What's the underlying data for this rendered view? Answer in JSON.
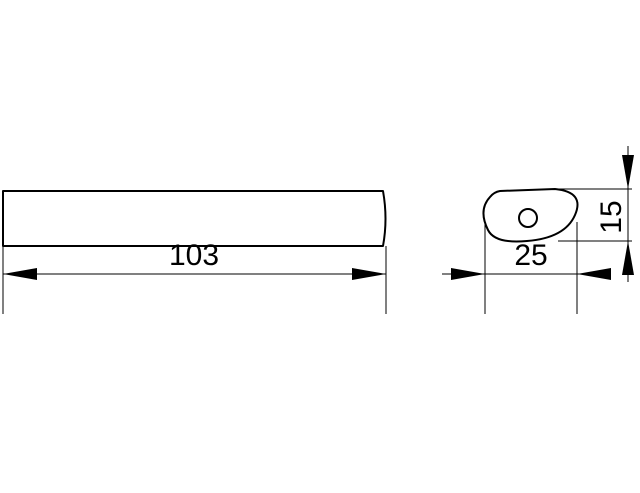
{
  "drawing": {
    "length_dimension": "103",
    "width_dimension": "25",
    "height_dimension": "15"
  }
}
